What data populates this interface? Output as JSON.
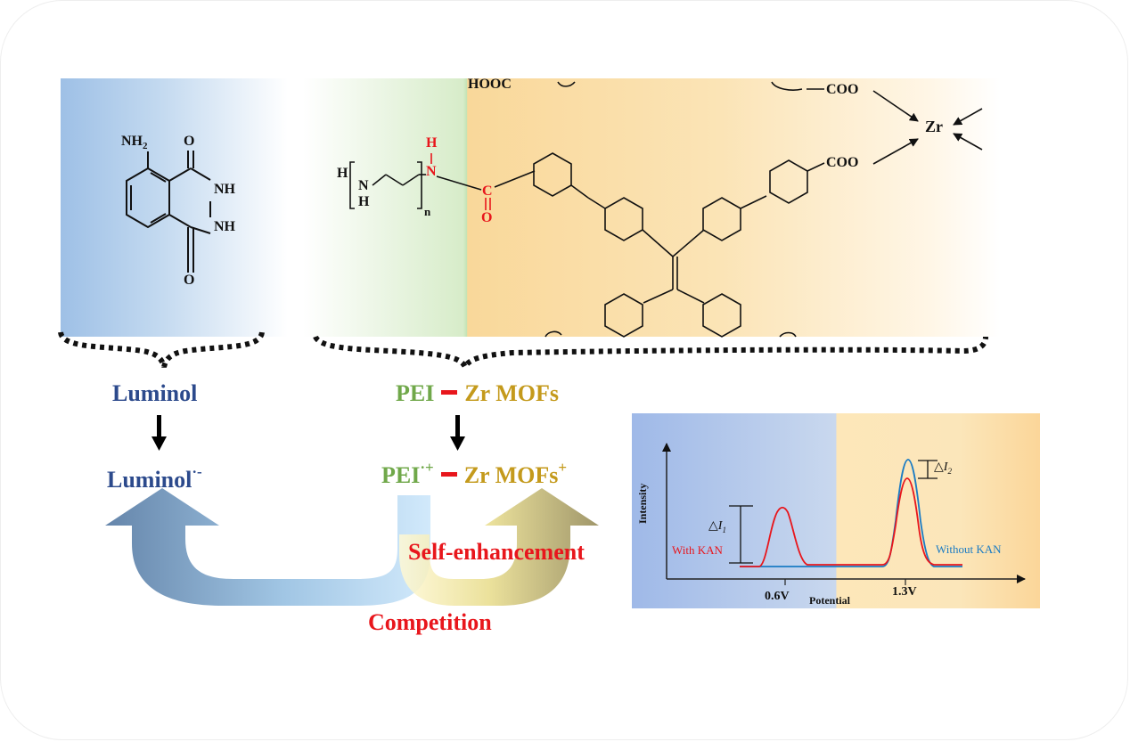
{
  "luminol_structure": {
    "nh2": "NH2",
    "o_top": "O",
    "nh_a": "NH",
    "nh_b": "NH",
    "o_bottom": "O"
  },
  "mof_structure": {
    "hooc": "HOOC",
    "coo_top": "COO",
    "coo_mid": "COO",
    "zr": "Zr",
    "h_left": "H",
    "n_left": "N",
    "h_bottom": "H",
    "n_subscript": "n",
    "h_amide": "H",
    "n_amide": "N",
    "c_carbonyl": "C",
    "o_carbonyl": "O"
  },
  "labels": {
    "luminol": "Luminol",
    "luminol_radical": "Luminol",
    "luminol_radical_sup": "·-",
    "pei": "PEI",
    "pei_radical": "PEI",
    "pei_radical_sup": "·+",
    "zr_mofs": "Zr MOFs",
    "zr_mofs_cation": "Zr MOFs",
    "zr_mofs_cation_sup": "+",
    "self_enhancement": "Self-enhancement",
    "competition": "Competition"
  },
  "chart": {
    "y_label": "Intensity",
    "x_label": "Potential",
    "tick_1": "0.6V",
    "tick_2": "1.3V",
    "delta_i1": "△I",
    "delta_i1_sub": "1",
    "delta_i2": "△I",
    "delta_i2_sub": "2",
    "with_kan": "With KAN",
    "without_kan": "Without KAN"
  },
  "colors": {
    "with_kan": "#e8161c",
    "without_kan": "#1a7bc4",
    "luminol_text": "#2c4a8c",
    "pei_text": "#70a84a",
    "mof_text": "#c49a1c",
    "red_text": "#e8161c"
  }
}
